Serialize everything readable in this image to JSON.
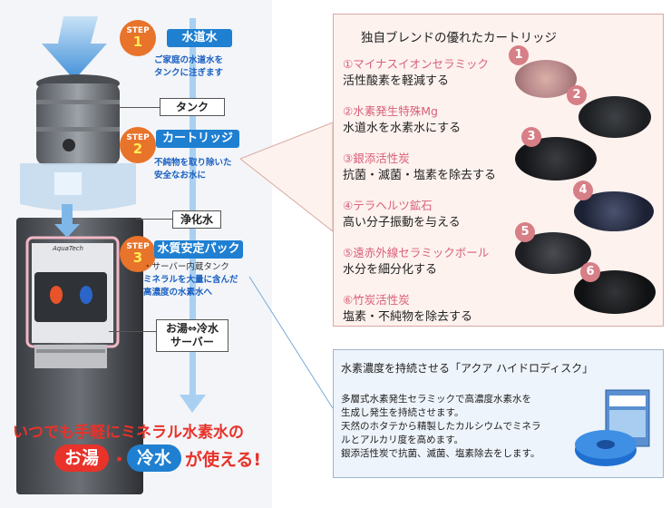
{
  "steps": [
    {
      "label": "STEP",
      "num": "1",
      "title": "水道水",
      "desc": [
        "ご家庭の水道水を",
        "タンクに注ぎます"
      ]
    },
    {
      "label": "STEP",
      "num": "2",
      "title": "カートリッジ",
      "desc": [
        "不純物を取り除いた",
        "安全なお水に"
      ]
    },
    {
      "label": "STEP",
      "num": "3",
      "title": "水質安定パック",
      "desc": [
        "・サーバー内蔵タンク",
        "ミネラルを大量に含んだ",
        "高濃度の水素水へ"
      ]
    }
  ],
  "parts": {
    "tank": "タンク",
    "purified": "浄化水",
    "server": [
      "お湯⇔冷水",
      "サーバー"
    ]
  },
  "machine_brand": "AquaTech",
  "slogan": {
    "line1": "いつでも手軽にミネラル水素水の",
    "hot": "お湯",
    "dot": "・",
    "cold": "冷水",
    "tail": "が使える!"
  },
  "cartridge": {
    "title": "独自ブレンドの優れたカートリッジ",
    "items": [
      {
        "num": "1",
        "name": "①マイナスイオンセラミック",
        "desc": "活性酸素を軽減する"
      },
      {
        "num": "2",
        "name": "②水素発生特殊Mg",
        "desc": "水道水を水素水にする"
      },
      {
        "num": "3",
        "name": "③銀添活性炭",
        "desc": "抗菌・滅菌・塩素を除去する"
      },
      {
        "num": "4",
        "name": "④テラヘルツ鉱石",
        "desc": "高い分子振動を与える"
      },
      {
        "num": "5",
        "name": "⑤遠赤外線セラミックボール",
        "desc": "水分を細分化する"
      },
      {
        "num": "6",
        "name": "⑥竹炭活性炭",
        "desc": "塩素・不純物を除去する"
      }
    ]
  },
  "disk": {
    "title": "水素濃度を持続させる「アクア ハイドロディスク」",
    "lines": [
      "多層式水素発生セラミックで高濃度水素水を",
      "生成し発生を持続させます。",
      "天然のホタテから精製したカルシウムでミネラ",
      "ルとアルカリ度を高めます。",
      "銀添活性炭で抗菌、滅菌、塩素除去をします。"
    ]
  },
  "colors": {
    "accent_blue": "#1f7fd1",
    "step_orange": "#e8732a",
    "pink": "#d9607a",
    "slogan_red": "#e8322a"
  }
}
